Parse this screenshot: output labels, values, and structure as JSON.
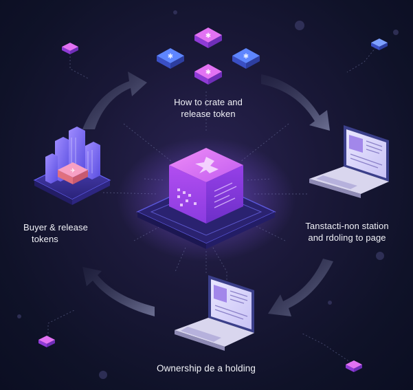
{
  "nodes": {
    "create": {
      "line1": "How to crate and",
      "line2": "release token"
    },
    "buyer": {
      "line1": "Buyer & release",
      "line2": "tokens"
    },
    "transaction": {
      "line1": "Tanstacti-non station",
      "line2": "and rdoling to page"
    },
    "ownership": {
      "line1": "Ownership de a holding"
    }
  },
  "colors": {
    "background": "#141632",
    "accent_purple": "#a64ff5",
    "accent_pink": "#e56bf0",
    "accent_blue": "#4f7dff",
    "platform": "#3a2f8f",
    "arrow": "#5b5f7e"
  },
  "icons": {
    "center": "token-cube-icon",
    "create": "hexagon-token-cluster-icon",
    "buyer": "city-buildings-icon",
    "transaction": "laptop-icon",
    "ownership": "laptop-icon"
  }
}
